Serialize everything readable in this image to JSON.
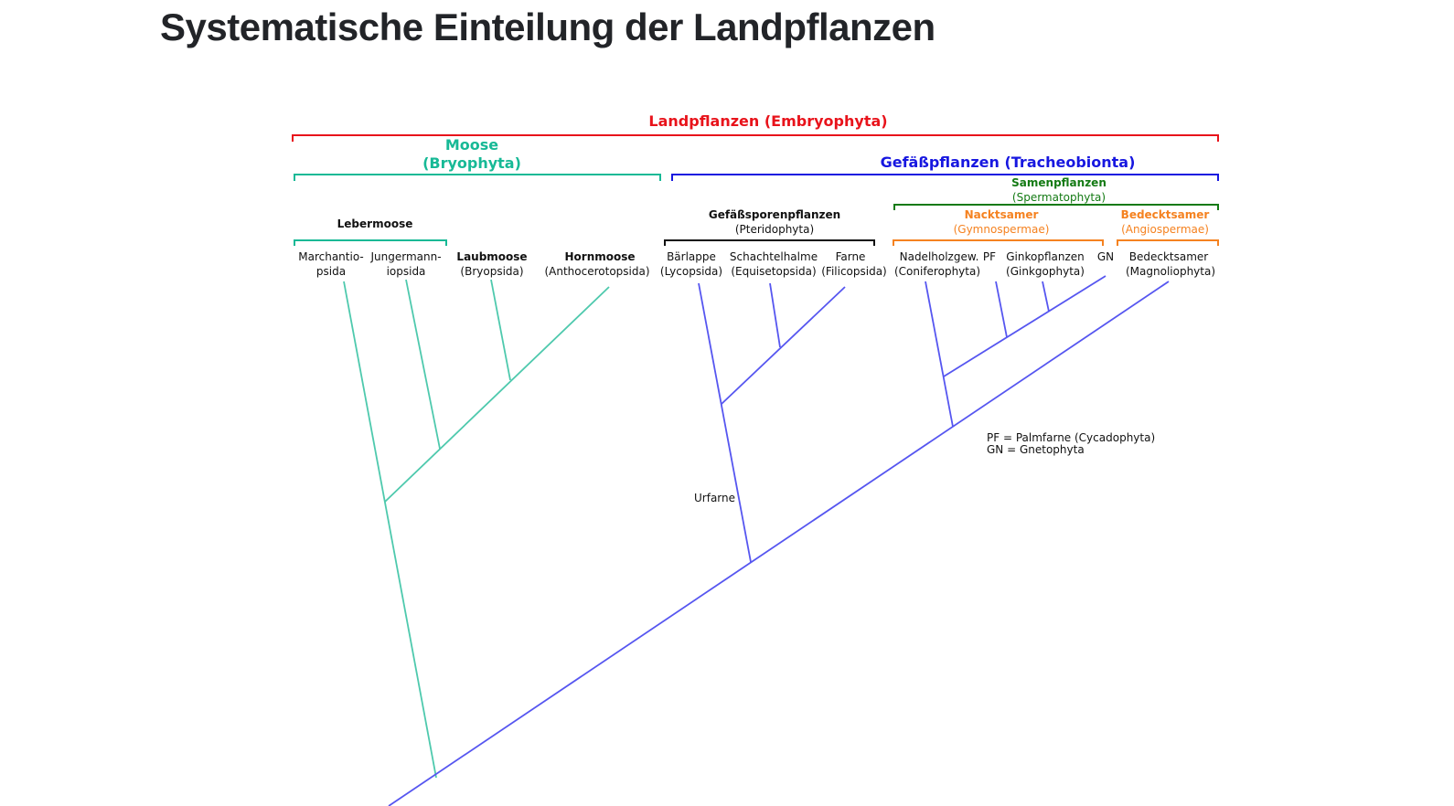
{
  "title": "Systematische Einteilung der Landpflanzen",
  "colors": {
    "embryophyta": "#e8131b",
    "moose": "#17b996",
    "tracheobionta": "#1717e0",
    "tree_vascular": "#5656f0",
    "tree_moss": "#4ec9ad",
    "spermatophyta": "#137a13",
    "gymno_angio": "#f58220",
    "black": "#111111"
  },
  "groups": {
    "embryophyta": "Landpflanzen (Embryophyta)",
    "moose_name": "Moose",
    "moose_latin": "(Bryophyta)",
    "tracheobionta": "Gefäßpflanzen (Tracheobionta)",
    "spermatophyta_name": "Samenpflanzen",
    "spermatophyta_latin": "(Spermatophyta)",
    "lebermoose": "Lebermoose",
    "pteridophyta_name": "Gefäßsporenpflanzen",
    "pteridophyta_latin": "(Pteridophyta)",
    "gymno_name": "Nacktsamer",
    "gymno_latin": "(Gymnospermae)",
    "angio_name": "Bedecktsamer",
    "angio_latin": "(Angiospermae)"
  },
  "taxa": {
    "marchantio_1": "Marchantio-",
    "marchantio_2": "psida",
    "jungermann_1": "Jungermann-",
    "jungermann_2": "iopsida",
    "laubmoose_1": "Laubmoose",
    "laubmoose_2": "(Bryopsida)",
    "hornmoose_1": "Hornmoose",
    "hornmoose_2": "(Anthocerotopsida)",
    "baerlappe_1": "Bärlappe",
    "baerlappe_2": "(Lycopsida)",
    "schachtel_1": "Schachtelhalme",
    "schachtel_2": "(Equisetopsida)",
    "farne_1": "Farne",
    "farne_2": "(Filicopsida)",
    "nadel_1": "Nadelholzgew.",
    "nadel_2": "(Coniferophyta)",
    "pf": "PF",
    "ginko_1": "Ginkopflanzen",
    "ginko_2": "(Ginkgophyta)",
    "gn": "GN",
    "bedeckt_1": "Bedecktsamer",
    "bedeckt_2": "(Magnoliophyta)"
  },
  "node_label": "Urfarne",
  "legend": {
    "line1": "PF = Palmfarne (Cycadophyta)",
    "line2": "GN = Gnetophyta"
  }
}
